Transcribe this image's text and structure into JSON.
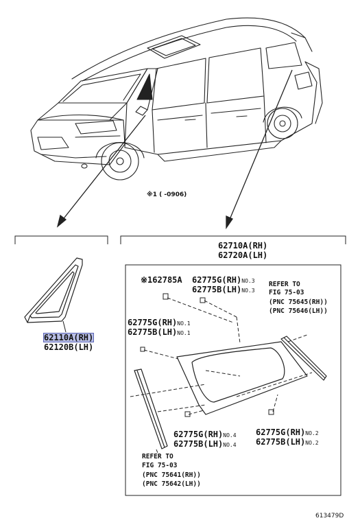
{
  "note_footnote": "※1 (      -0906)",
  "left_part": {
    "rh": "62110A(RH)",
    "lh": "62120B(LH)"
  },
  "right_part": {
    "rh": "62710A(RH)",
    "lh": "62720A(LH)"
  },
  "callouts": {
    "c62785a": "※162785A",
    "g3_rh": "62775G(RH)",
    "g3_no": "NO.3",
    "b3_lh": "62775B(LH)",
    "b3_no": "NO.3",
    "g1_rh": "62775G(RH)",
    "g1_no": "NO.1",
    "b1_lh": "62775B(LH)",
    "b1_no": "NO.1",
    "g4_rh": "62775G(RH)",
    "g4_no": "NO.4",
    "b4_lh": "62775B(LH)",
    "b4_no": "NO.4",
    "g2_rh": "62775G(RH)",
    "g2_no": "NO.2",
    "b2_lh": "62775B(LH)",
    "b2_no": "NO.2"
  },
  "refer_top": {
    "line1": "REFER TO",
    "line2": "FIG 75-03",
    "line3": "(PNC 75645(RH))",
    "line4": "(PNC 75646(LH))"
  },
  "refer_bottom": {
    "line1": "REFER TO",
    "line2": "FIG 75-03",
    "line3": "(PNC 75641(RH))",
    "line4": "(PNC 75642(LH))"
  },
  "diagram_id": "613479D"
}
